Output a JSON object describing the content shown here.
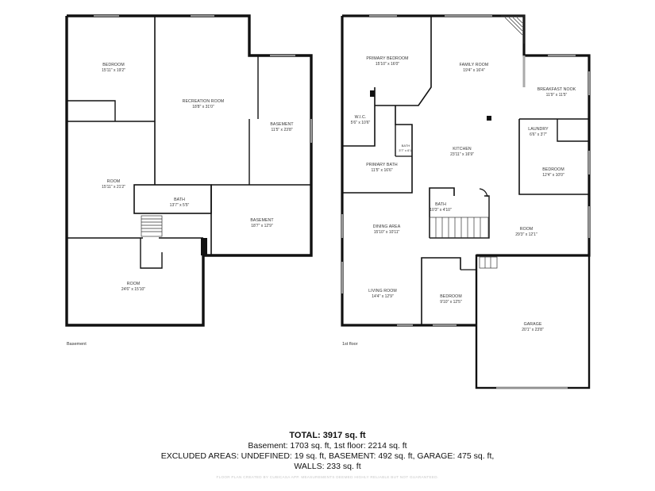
{
  "basement": {
    "label": "Basement",
    "rooms": [
      {
        "name": "BEDROOM",
        "dims": "15'11\" x 19'2\""
      },
      {
        "name": "RECREATION ROOM",
        "dims": "18'8\" x 31'0\""
      },
      {
        "name": "BASEMENT",
        "dims": "11'5\" x 23'8\""
      },
      {
        "name": "ROOM",
        "dims": "15'11\" x 21'2\""
      },
      {
        "name": "BATH",
        "dims": "13'7\" x 5'5\""
      },
      {
        "name": "BASEMENT",
        "dims": "18'7\" x 12'9\""
      },
      {
        "name": "ROOM",
        "dims": "24'6\" x 15'10\""
      }
    ]
  },
  "first_floor": {
    "label": "1st floor",
    "rooms": [
      {
        "name": "PRIMARY BEDROOM",
        "dims": "15'10\" x 16'0\""
      },
      {
        "name": "FAMILY ROOM",
        "dims": "19'4\" x 16'4\""
      },
      {
        "name": "BREAKFAST NOOK",
        "dims": "11'9\" x 11'5\""
      },
      {
        "name": "W.I.C.",
        "dims": "5'6\" x 10'6\""
      },
      {
        "name": "LAUNDRY",
        "dims": "6'6\" x 3'7\""
      },
      {
        "name": "BATH",
        "dims": "3'7\" x 6'1\""
      },
      {
        "name": "KITCHEN",
        "dims": "23'11\" x 16'9\""
      },
      {
        "name": "PRIMARY BATH",
        "dims": "11'5\" x 16'6\""
      },
      {
        "name": "BEDROOM",
        "dims": "12'4\" x 10'0\""
      },
      {
        "name": "BATH",
        "dims": "10'3\" x 4'10\""
      },
      {
        "name": "DINING AREA",
        "dims": "15'10\" x 10'11\""
      },
      {
        "name": "ROOM",
        "dims": "29'3\" x 12'1\""
      },
      {
        "name": "LIVING ROOM",
        "dims": "14'4\" x 12'9\""
      },
      {
        "name": "BEDROOM",
        "dims": "9'10\" x 12'5\""
      },
      {
        "name": "GARAGE",
        "dims": "20'1\" x 23'8\""
      }
    ]
  },
  "summary": {
    "total": "TOTAL: 3917 sq. ft",
    "line1": "Basement: 1703 sq. ft, 1st floor: 2214 sq. ft",
    "line2": "EXCLUDED AREAS: UNDEFINED: 19 sq. ft, BASEMENT: 492 sq. ft, GARAGE: 475 sq. ft,",
    "line3": "WALLS: 233 sq. ft"
  },
  "footer": "FLOOR PLAN CREATED BY CUBICASA APP. MEASUREMENTS DEEMED HIGHLY RELIABLE BUT NOT GUARANTEED."
}
